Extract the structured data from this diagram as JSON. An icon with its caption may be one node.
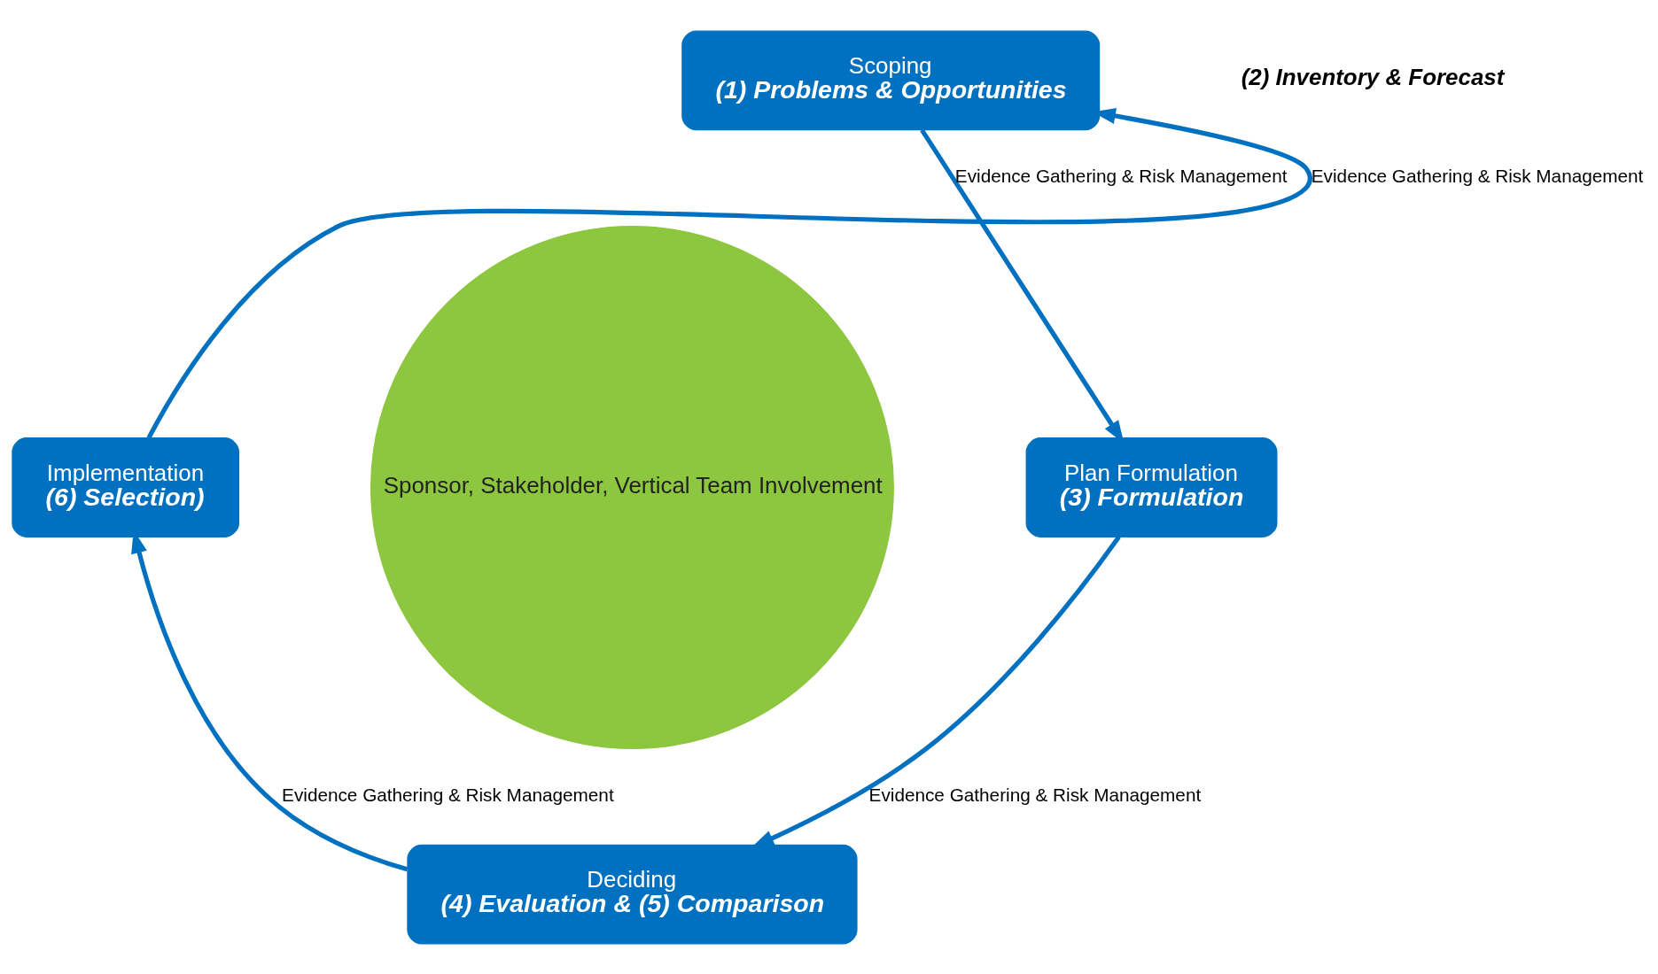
{
  "diagram": {
    "nodes": [
      {
        "text": [
          "Scoping",
          "(1) Problems & Opportunities"
        ]
      },
      {
        "text": [
          "Plan Formulation",
          "(3) Formulation"
        ]
      },
      {
        "text": [
          "Deciding",
          "(4) Evaluation & (5) Comparison"
        ]
      },
      {
        "text": [
          "Implementation",
          "(6) Selection)"
        ]
      },
      {
        "text": [
          "Sponsor, Stakeholder, Vertical Team Involvement"
        ]
      }
    ],
    "edges": [
      {
        "from": 0,
        "to": 1,
        "arrow": "to",
        "label": "Evidence Gathering & Risk Management"
      },
      {
        "from": 1,
        "to": 2,
        "arrow": "to",
        "label": "Evidence Gathering & Risk Management"
      },
      {
        "from": 2,
        "to": 3,
        "arrow": "to",
        "label": "Evidence Gathering & Risk Management"
      },
      {
        "from": 3,
        "to": 0,
        "arrow": "to",
        "label": "Evidence Gathering & Risk Management"
      }
    ],
    "labels": [
      "(2) Inventory & Forecast"
    ]
  }
}
